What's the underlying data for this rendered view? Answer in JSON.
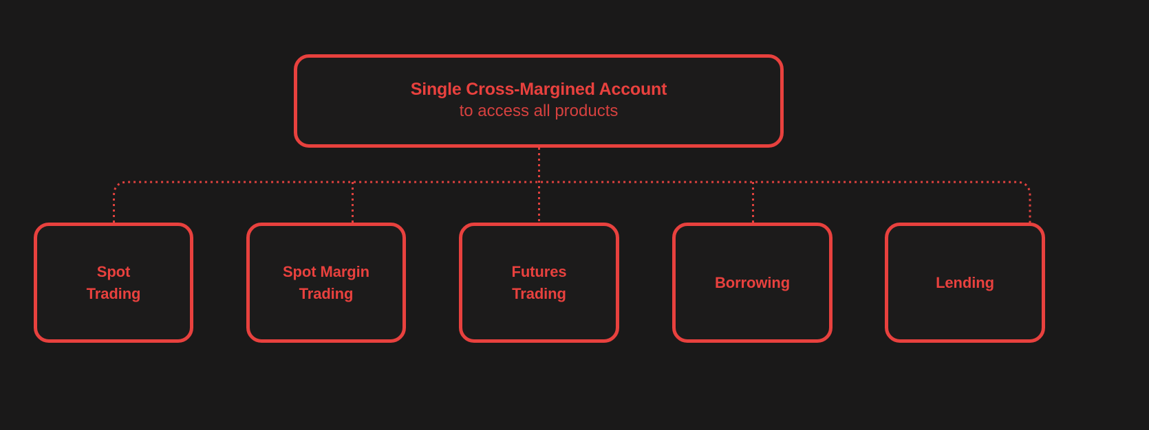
{
  "diagram": {
    "type": "tree",
    "background_color": "#1a1919",
    "accent_color": "#e8413e",
    "connector_color": "#e0413e",
    "connector_style": "dotted",
    "root": {
      "title": "Single Cross-Margined Account",
      "subtitle": "to access all products"
    },
    "children": [
      {
        "label": "Spot\nTrading"
      },
      {
        "label": "Spot Margin\nTrading"
      },
      {
        "label": "Futures\nTrading"
      },
      {
        "label": "Borrowing"
      },
      {
        "label": "Lending"
      }
    ]
  }
}
